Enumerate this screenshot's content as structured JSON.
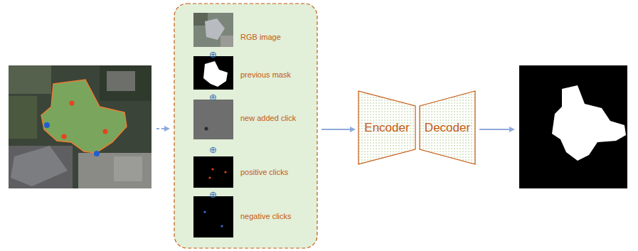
{
  "diagram": {
    "nodes": [
      {
        "text": [
          "Encoder"
        ]
      },
      {
        "text": [
          "Decoder"
        ]
      }
    ],
    "labels": [
      "RGB image",
      "⊕",
      "previous mask",
      "⊕",
      "new added click",
      "⊕",
      "positive clicks",
      "⊕",
      "negative clicks"
    ]
  }
}
